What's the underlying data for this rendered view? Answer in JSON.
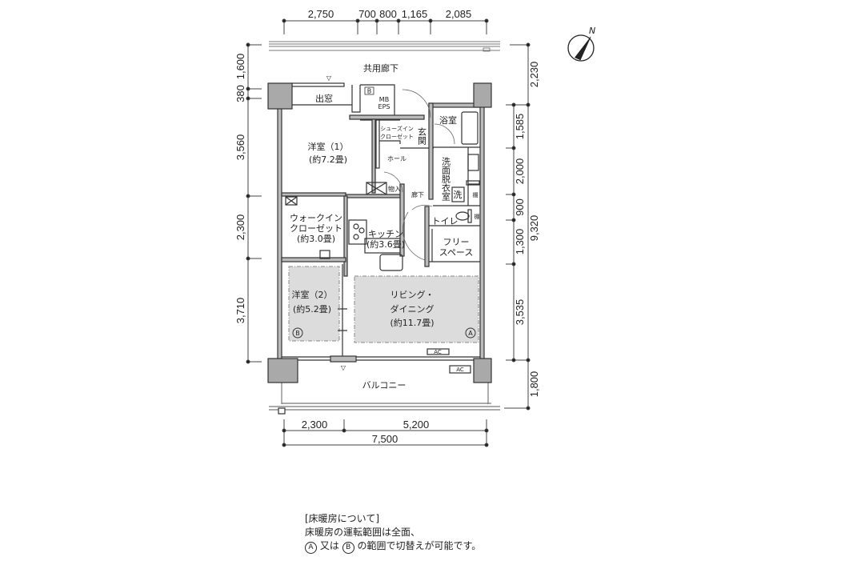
{
  "dimensions": {
    "top": [
      "2,750",
      "700",
      "800",
      "1,165",
      "2,085"
    ],
    "left": [
      "1,600",
      "380",
      "3,560",
      "2,300",
      "3,710"
    ],
    "right_inner": [
      "1,585",
      "2,000",
      "900",
      "1,300",
      "3,535"
    ],
    "right_outer": [
      "2,230",
      "9,320",
      "1,800"
    ],
    "bottom": [
      "2,300",
      "5,200"
    ],
    "bottom_total": "7,500"
  },
  "compass": {
    "north": "N"
  },
  "rooms": {
    "corridor": "共用廊下",
    "bay_window": "出窓",
    "mb_b": "B",
    "mb": "MB",
    "eps": "EPS",
    "bath": "浴室",
    "shoe_closet_1": "シューズイン",
    "shoe_closet_2": "クローゼット",
    "entrance": "玄関",
    "western1": "洋室（1）",
    "western1_size": "(約7.2畳)",
    "hall": "ホール",
    "washroom": "洗面脱衣室",
    "washer": "洗",
    "shelf1": "棚",
    "shelf2": "棚",
    "storage": "物入",
    "hallway": "廊下",
    "toilet": "トイレ",
    "wic_1": "ウォークイン",
    "wic_2": "クローゼット",
    "wic_size": "(約3.0畳)",
    "kitchen": "キッチン",
    "kitchen_size": "(約3.6畳)",
    "free_1": "フリー",
    "free_2": "スペース",
    "western2": "洋室（2）",
    "western2_size": "(約5.2畳)",
    "zone_b": "B",
    "living_1": "リビング・",
    "living_2": "ダイニング",
    "living_size": "(約11.7畳)",
    "zone_a": "A",
    "ac1": "AC",
    "ac2": "AC",
    "balcony": "バルコニー"
  },
  "notes": {
    "title": "[床暖房について]",
    "line1": "床暖房の運転範囲は全面、",
    "line2_a": "A",
    "line2_mid": "又は",
    "line2_b": "B",
    "line2_end": "の範囲で切替えが可能です。"
  },
  "colors": {
    "wall": "#a9a9a9",
    "floor_heating": "#dcdcdc",
    "line": "#333333"
  }
}
